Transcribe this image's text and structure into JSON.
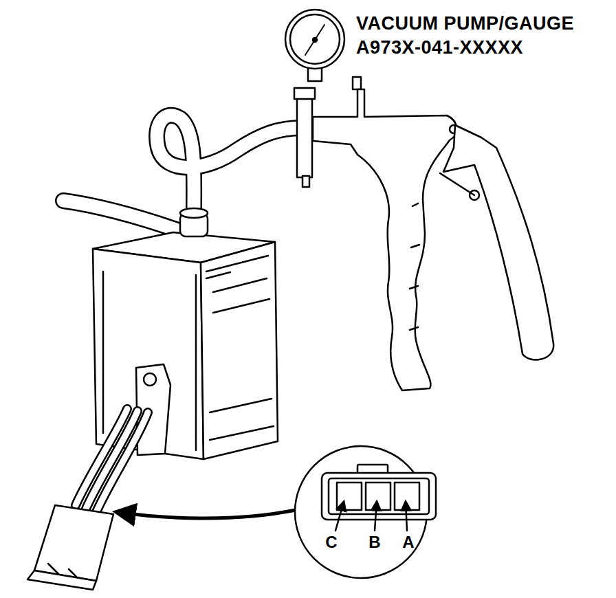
{
  "diagram": {
    "labels": [
      "VACUUM PUMP/GAUGE",
      "A973X-041-XXXXX",
      "C",
      "B",
      "A"
    ]
  }
}
